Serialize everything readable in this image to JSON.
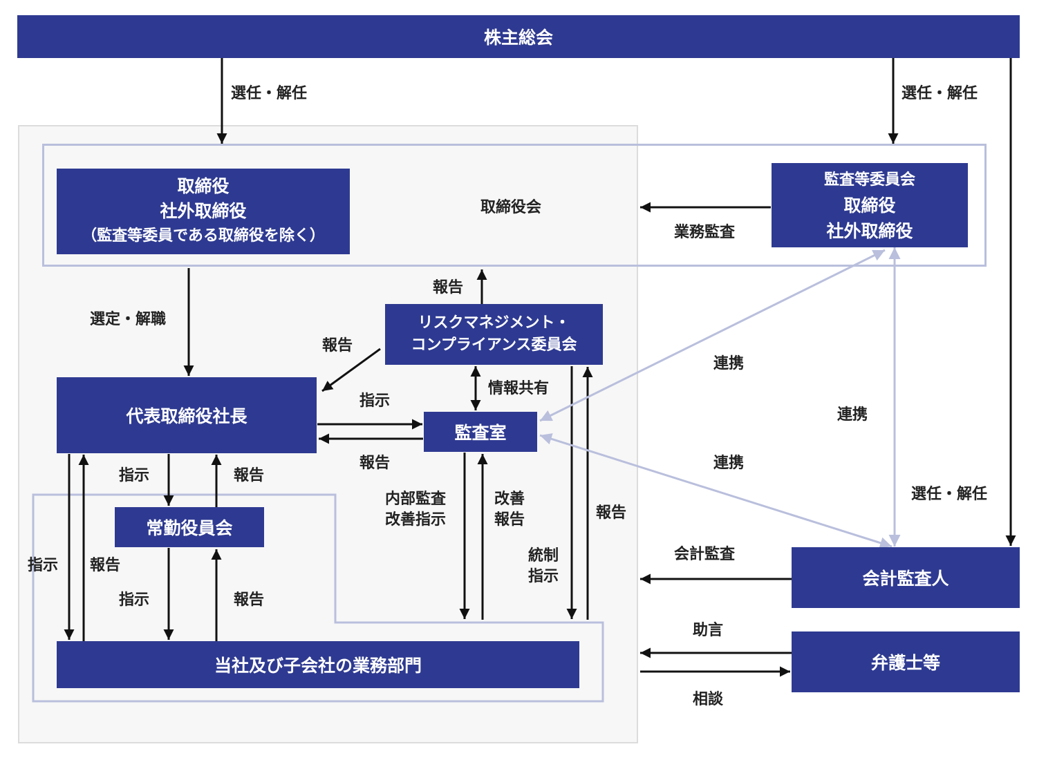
{
  "colors": {
    "box_fill": "#2e3a91",
    "box_text": "#ffffff",
    "arrow_dark": "#111111",
    "arrow_light": "#b9bfdc",
    "outline": "#b9bfdc",
    "panel_bg": "#f7f7f7",
    "label_text": "#222222"
  },
  "nodes": {
    "shareholders": "株主総会",
    "directors": [
      "取締役",
      "社外取締役",
      "（監査等委員である取締役を除く）"
    ],
    "board": "取締役会",
    "audit_committee": [
      "監査等委員会",
      "取締役",
      "社外取締役"
    ],
    "president": "代表取締役社長",
    "risk_committee": [
      "リスクマネジメント・",
      "コンプライアンス委員会"
    ],
    "audit_office": "監査室",
    "executive_committee": "常勤役員会",
    "business_units": "当社及び子会社の業務部門",
    "accounting_auditor": "会計監査人",
    "lawyers": "弁護士等"
  },
  "labels": {
    "elect_dismiss_board": "選任・解任",
    "elect_dismiss_audit": "選任・解任",
    "elect_dismiss_accounting": "選任・解任",
    "select_dismiss_president": "選定・解職",
    "business_audit": "業務監査",
    "report_risk_to_board": "報告",
    "report_risk_to_president": "報告",
    "info_sharing": "情報共有",
    "instruct_audit_office": "指示",
    "report_audit_office": "報告",
    "cooperation_audit_office": "連携",
    "cooperation_auditor_committee": "連携",
    "cooperation_accounting_office": "連携",
    "instruct_exec": "指示",
    "report_exec": "報告",
    "instruct_outer": "指示",
    "report_outer": "報告",
    "instruct_units": "指示",
    "report_units": "報告",
    "internal_audit": [
      "内部監査",
      "改善指示"
    ],
    "improvement_report": [
      "改善",
      "報告"
    ],
    "control_instruction": [
      "統制",
      "指示"
    ],
    "report_units_to_risk": "報告",
    "accounting_audit": "会計監査",
    "advice": "助言",
    "consultation": "相談"
  }
}
